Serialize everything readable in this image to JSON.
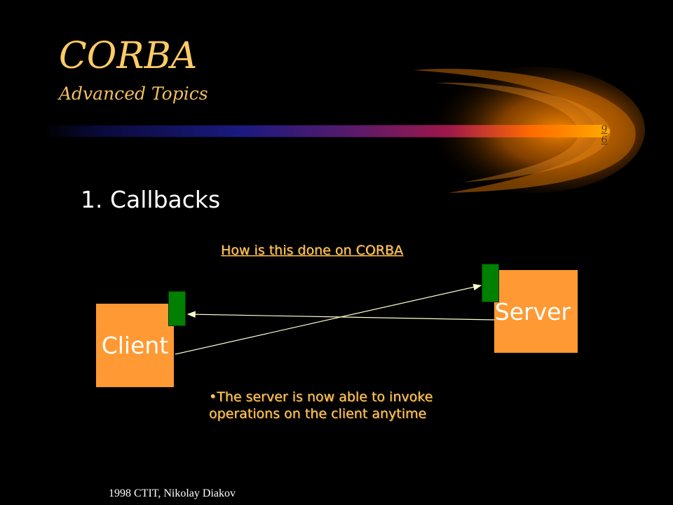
{
  "slide": {
    "title": "CORBA",
    "subtitle": "Advanced Topics",
    "page_number": "96",
    "heading": "1. Callbacks",
    "question": "How is this done on CORBA",
    "bullet": "•The server is now able to invoke operations on the client anytime",
    "footer": "1998 CTIT, Nikolay Diakov"
  },
  "diagram": {
    "client_label": "Client",
    "server_label": "Server"
  },
  "colors": {
    "background": "#000000",
    "title": "#ffcc66",
    "box": "#ff9933",
    "stub": "#008000",
    "arrow": "#ffffcc"
  }
}
